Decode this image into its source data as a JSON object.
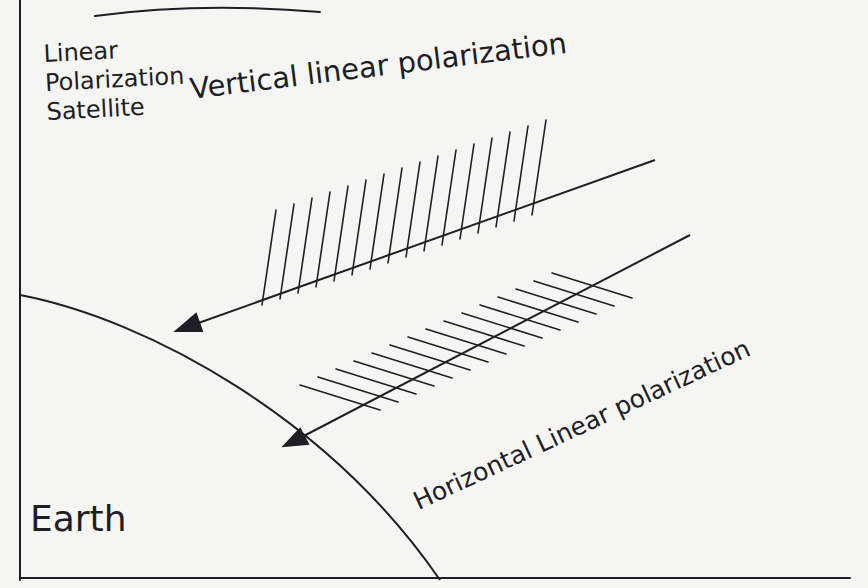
{
  "diagram": {
    "nodes": [
      {
        "text": [
          "Earth"
        ]
      }
    ],
    "labels": [
      "Linear Polarization Satellite",
      "Vertical linear polarization",
      "Horizontal Linear polarization"
    ]
  }
}
